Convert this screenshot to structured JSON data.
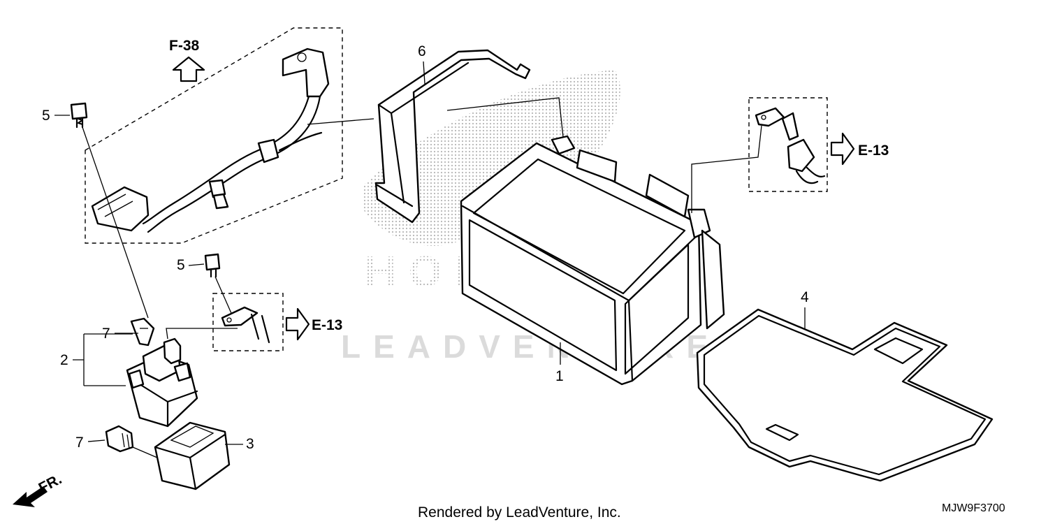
{
  "watermark": {
    "honda": "HONDA",
    "leadventure": "LEADVENTURE"
  },
  "references": {
    "f38": "F-38",
    "e13_upper": "E-13",
    "e13_lower": "E-13",
    "front": "FR."
  },
  "callouts": {
    "part1": "1",
    "part2": "2",
    "part3": "3",
    "part4": "4",
    "part5_upper": "5",
    "part5_lower": "5",
    "part6": "6",
    "part7_upper": "7",
    "part7_lower": "7"
  },
  "footer": {
    "rendered_by": "Rendered by LeadVenture, Inc.",
    "diagram_code": "MJW9F3700"
  },
  "colors": {
    "ink": "#000000",
    "watermark_gray": "#c9c9c9",
    "background": "#ffffff"
  }
}
